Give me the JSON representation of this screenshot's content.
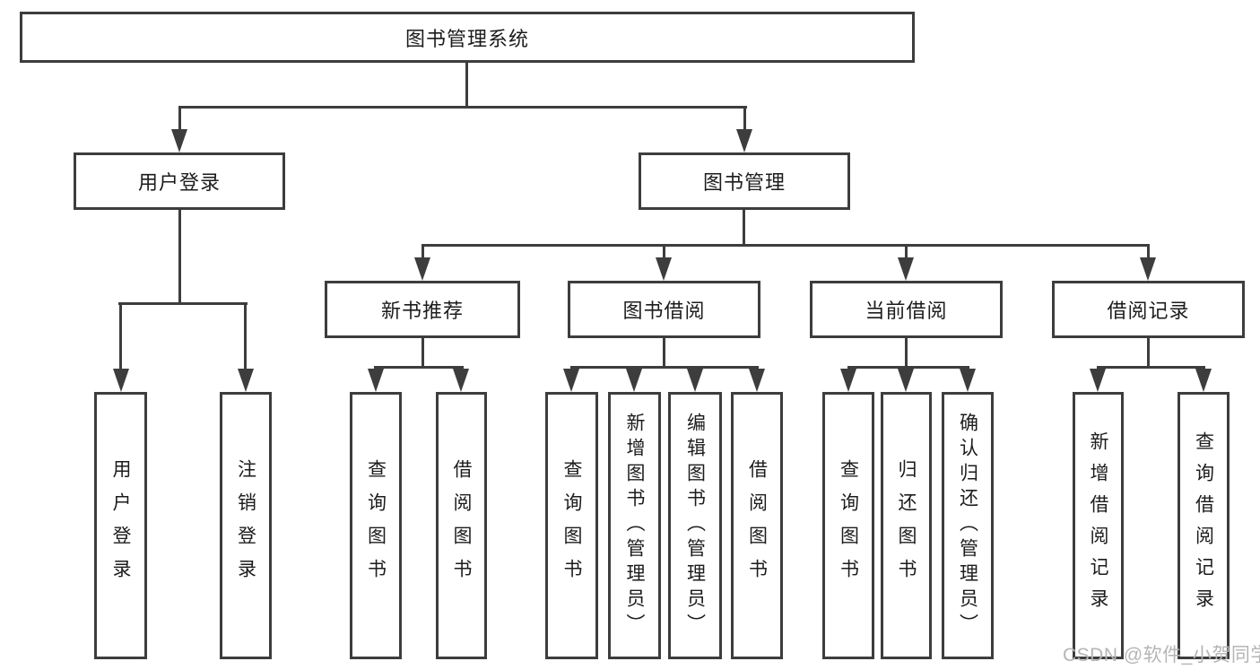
{
  "colors": {
    "line": "#3d3d3d",
    "box_border": "#3d3d3d",
    "text": "#1c1c1c",
    "background": "#ffffff",
    "watermark": "#b5b5b5"
  },
  "watermark": {
    "text": "CSDN @软件_小贺同学"
  },
  "nodes": {
    "root": {
      "label": "图书管理系统"
    },
    "branches": [
      {
        "label": "用户登录",
        "leaves": [
          {
            "label": "用户登录"
          },
          {
            "label": "注销登录"
          }
        ]
      },
      {
        "label": "图书管理",
        "groups": [
          {
            "label": "新书推荐",
            "leaves": [
              {
                "label": "查询图书"
              },
              {
                "label": "借阅图书"
              }
            ]
          },
          {
            "label": "图书借阅",
            "leaves": [
              {
                "label": "查询图书"
              },
              {
                "label": "新增图书（管理员）"
              },
              {
                "label": "编辑图书（管理员）"
              },
              {
                "label": "借阅图书"
              }
            ]
          },
          {
            "label": "当前借阅",
            "leaves": [
              {
                "label": "查询图书"
              },
              {
                "label": "归还图书"
              },
              {
                "label": "确认归还（管理员）"
              }
            ]
          },
          {
            "label": "借阅记录",
            "leaves": [
              {
                "label": "新增借阅记录"
              },
              {
                "label": "查询借阅记录"
              }
            ]
          }
        ]
      }
    ]
  }
}
